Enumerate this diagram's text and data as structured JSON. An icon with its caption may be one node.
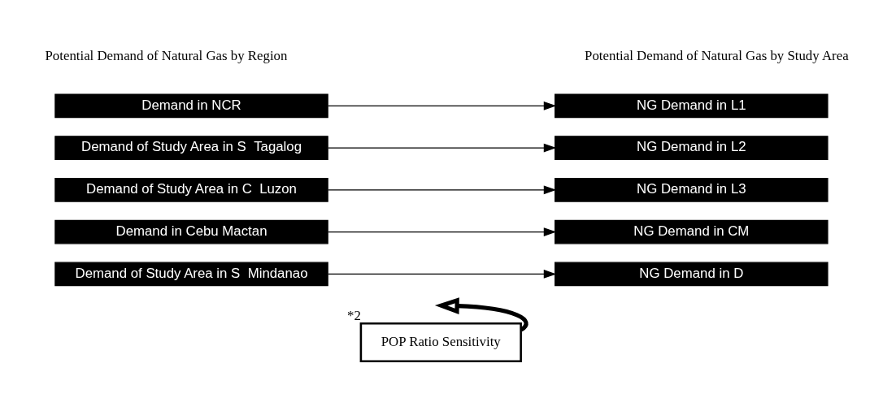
{
  "diagram": {
    "nodes": [
      {
        "text": [
          "Demand in NCR"
        ]
      },
      {
        "text": [
          "NG Demand in L1"
        ]
      },
      {
        "text": [
          "Demand of Study Area in S  Tagalog"
        ]
      },
      {
        "text": [
          "NG Demand in L2"
        ]
      },
      {
        "text": [
          "Demand of Study Area in C  Luzon"
        ]
      },
      {
        "text": [
          "NG Demand in L3"
        ]
      },
      {
        "text": [
          "Demand in Cebu Mactan"
        ]
      },
      {
        "text": [
          "NG Demand in CM"
        ]
      },
      {
        "text": [
          "Demand of Study Area in S  Mindanao"
        ]
      },
      {
        "text": [
          "NG Demand in D"
        ]
      },
      {
        "text": [
          "POP Ratio Sensitivity"
        ],
        "beside": [
          "*2"
        ]
      }
    ],
    "edges": [
      {
        "from": 0,
        "to": 1,
        "arrow": "to"
      },
      {
        "from": 2,
        "to": 3,
        "arrow": "to"
      },
      {
        "from": 4,
        "to": 5,
        "arrow": "to"
      },
      {
        "from": 6,
        "to": 7,
        "arrow": "to"
      },
      {
        "from": 8,
        "to": 9,
        "arrow": "to"
      },
      {
        "from": 10,
        "to": null,
        "arrow": "to",
        "style": "thick"
      }
    ],
    "labels": [
      "Potential Demand of Natural Gas by Region",
      "Potential Demand of Natural Gas by Study Area"
    ]
  }
}
